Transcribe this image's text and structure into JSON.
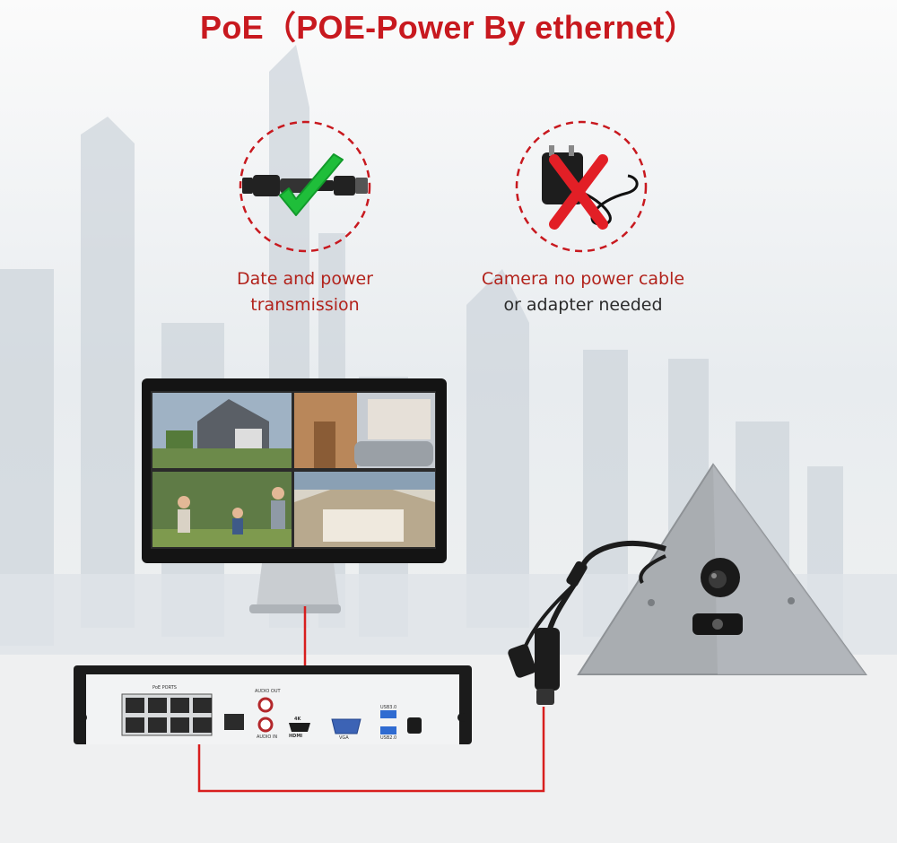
{
  "header": {
    "title": "PoE（POE-Power By ethernet）"
  },
  "features": [
    {
      "icon": "poe-connector-check-icon",
      "line1": "Date and power",
      "line2": "transmission"
    },
    {
      "icon": "power-adapter-cross-icon",
      "line1": "Camera no power cable",
      "line2_pre": "or adapter ",
      "line2_post": "needed"
    }
  ],
  "nvr_labels": {
    "poe_ports": "PoE PORTS",
    "audio_out": "AUDIO OUT",
    "audio_in": "AUDIO IN",
    "hdmi": "HDMI",
    "hdmi_badge": "4K",
    "vga": "VGA",
    "usb_top": "USB3.0",
    "usb_bottom": "USB2.0"
  },
  "colors": {
    "accent": "#c8191f",
    "caption": "#b2231c",
    "cable": "#d81e1e"
  }
}
